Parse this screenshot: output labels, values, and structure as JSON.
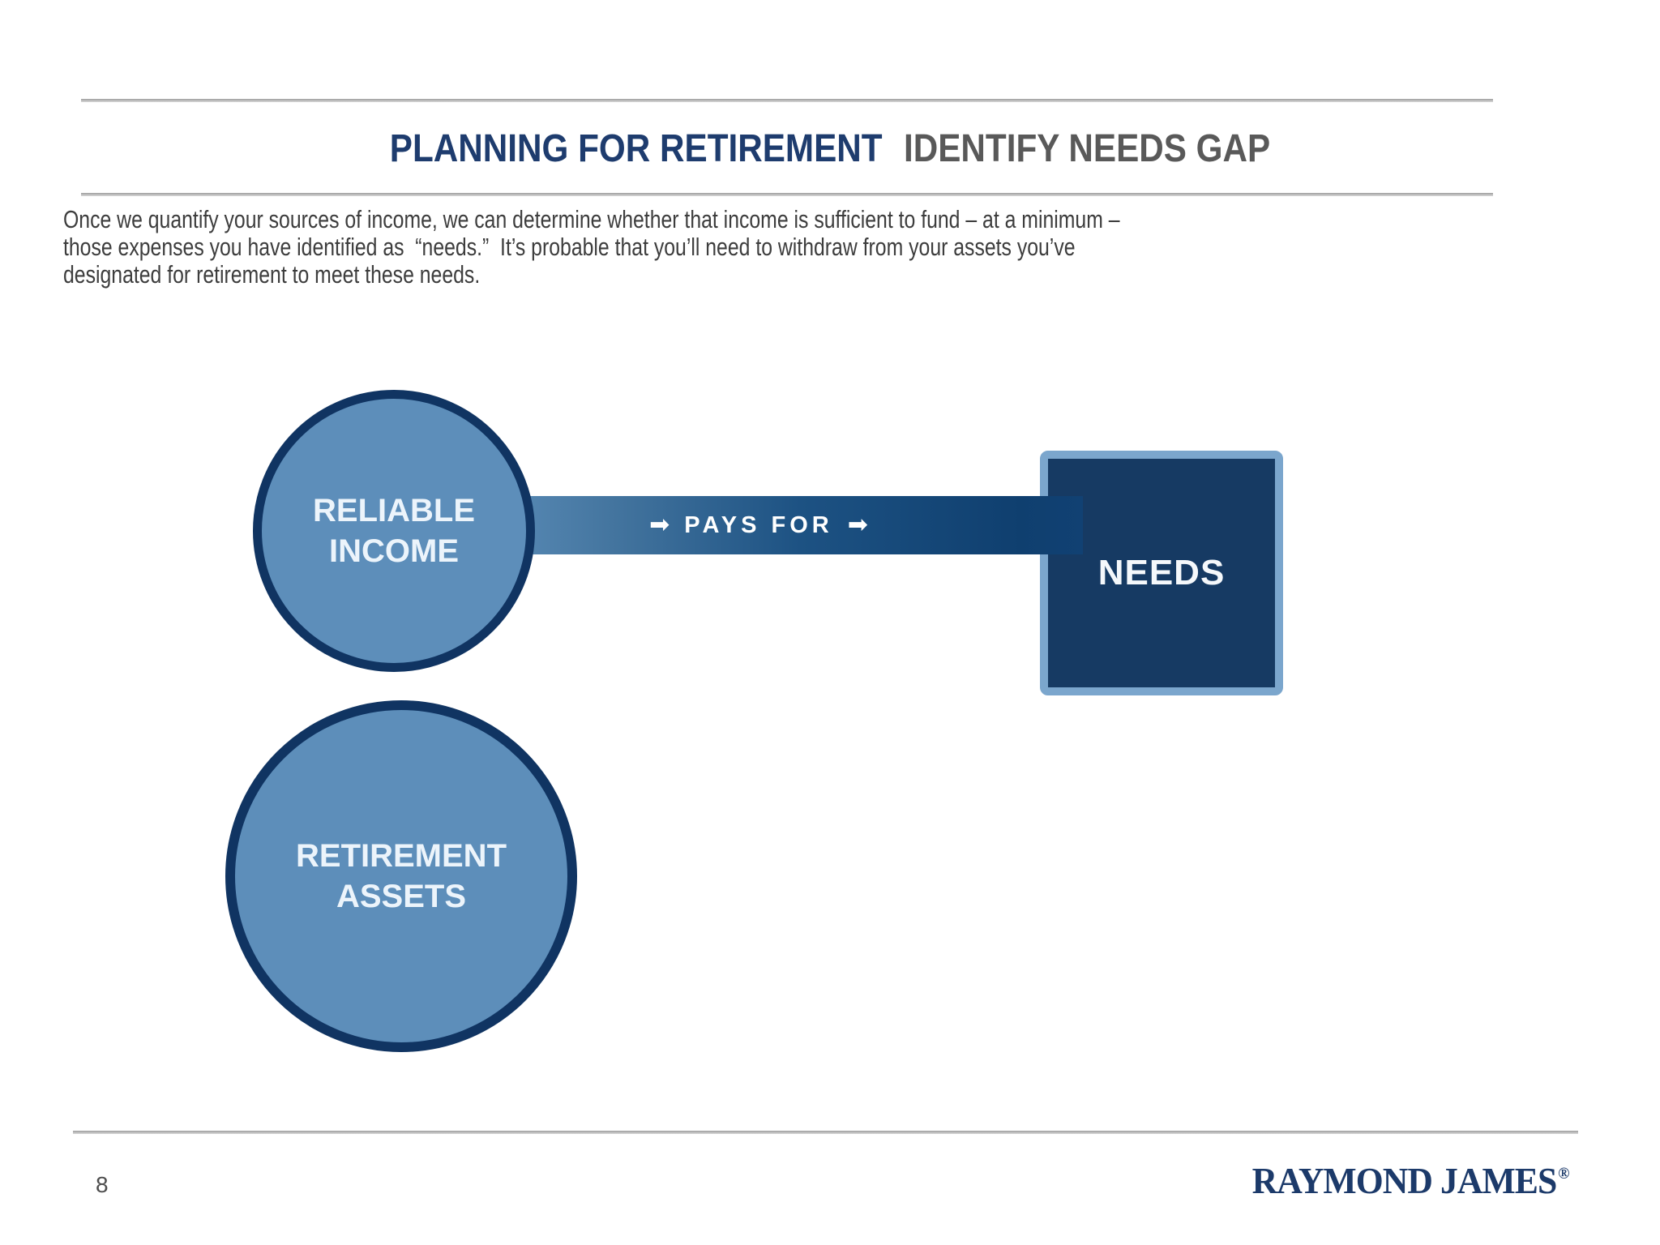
{
  "slide": {
    "title": {
      "primary": "PLANNING FOR RETIREMENT",
      "secondary": "IDENTIFY NEEDS GAP"
    },
    "intro_paragraph": "Once we quantify your sources of income, we can determine whether that income is sufficient to fund – at a minimum –\nthose expenses you have identified as  “needs.”  It’s probable that you’ll need to withdraw from your assets you’ve\ndesignated for retirement to meet these needs.",
    "diagram": {
      "reliable_income_circle": {
        "line1": "RELIABLE",
        "line2": "INCOME"
      },
      "connector": {
        "label": "PAYS FOR",
        "left_arrow_icon": "➡",
        "right_arrow_icon": "➡"
      },
      "needs_box": {
        "label": "NEEDS"
      },
      "retirement_assets_circle": {
        "line1": "RETIREMENT",
        "line2": "ASSETS"
      }
    },
    "footer": {
      "page_number": "8",
      "brand": "RAYMOND JAMES",
      "registered_symbol": "®"
    },
    "colors": {
      "title_navy": "#1e3c6e",
      "title_gray": "#595959",
      "body_text": "#3d3d3d",
      "circle_fill": "#5d8eba",
      "circle_border": "#103462",
      "connector_gradient_start": "#6193bf",
      "connector_gradient_end": "#114173",
      "needs_box_fill": "#163a63",
      "needs_box_border": "#7ba6cd",
      "brand_navy": "#1c3a6a",
      "rule_gray": "#9e9e9e"
    }
  }
}
